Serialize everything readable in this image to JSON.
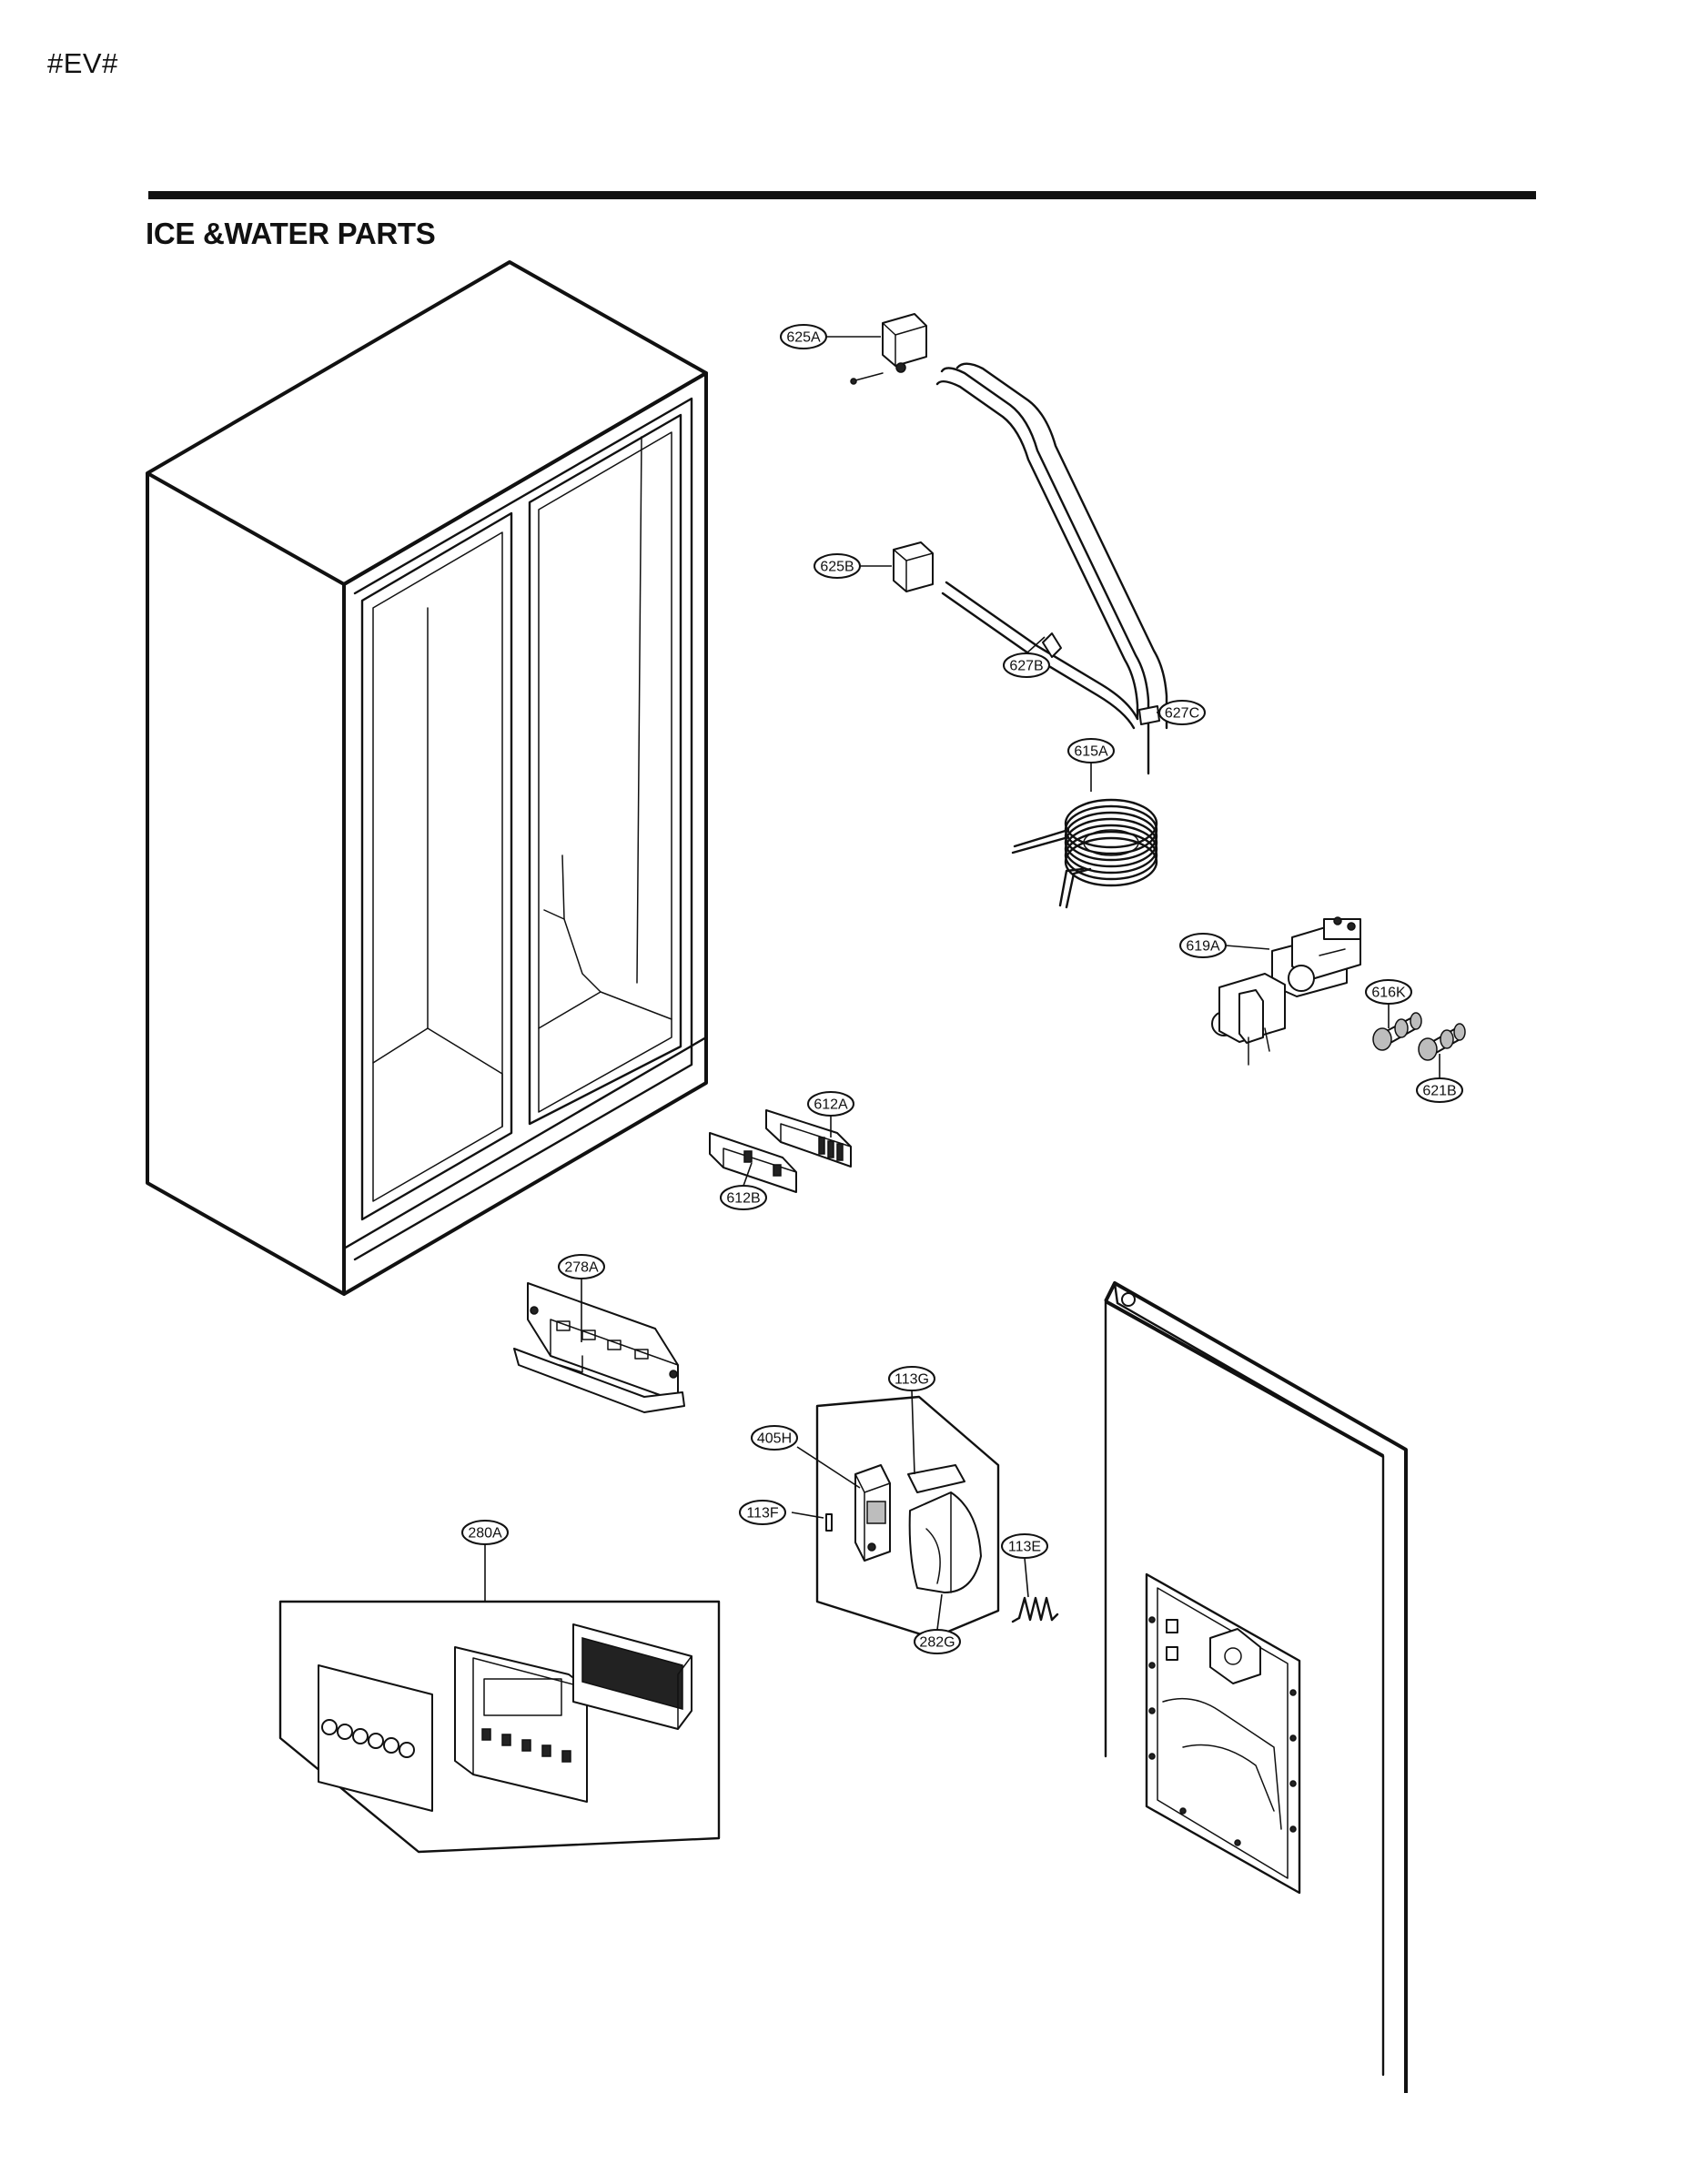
{
  "header": {
    "tag": "#EV#",
    "title": "ICE &WATER PARTS"
  },
  "callouts": {
    "c625A": "625A",
    "c625B": "625B",
    "c627B": "627B",
    "c627C": "627C",
    "c615A": "615A",
    "c619A": "619A",
    "c616K": "616K",
    "c621B": "621B",
    "c612A": "612A",
    "c612B": "612B",
    "c278A": "278A",
    "c113G": "113G",
    "c405H": "405H",
    "c113F": "113F",
    "c113E": "113E",
    "c282G": "282G",
    "c280A": "280A"
  },
  "icons": {
    "cabinet": "refrigerator-cabinet-icon",
    "door": "freezer-door-icon",
    "water_tubes": "water-tube-icon",
    "valve": "water-valve-icon"
  }
}
